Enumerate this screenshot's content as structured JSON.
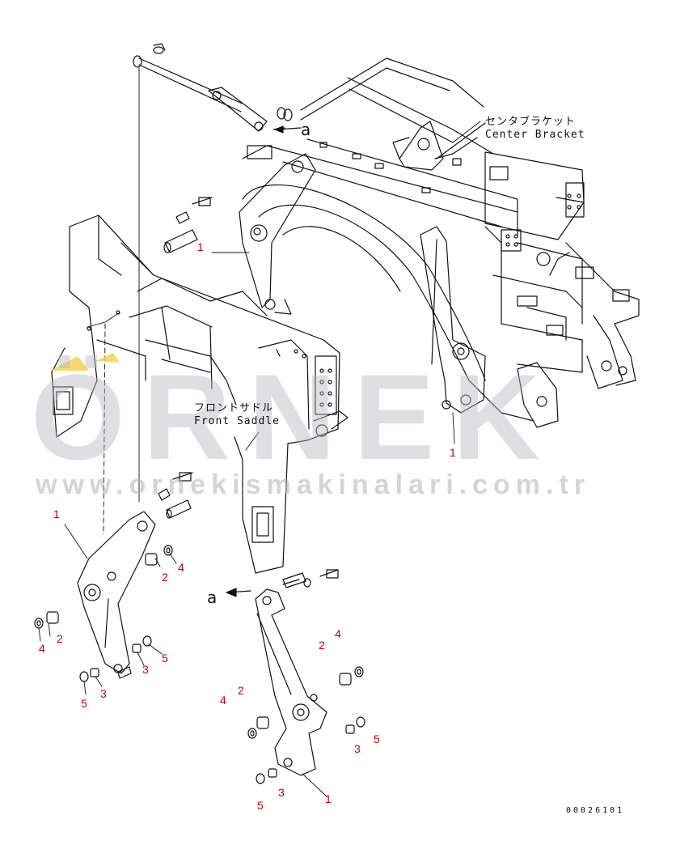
{
  "watermark": {
    "brand": "ÖRNEK",
    "url": "www.ornekismakinalari.com.tr",
    "accent": "#f2d04a"
  },
  "labels": {
    "center_bracket_jp": "センタブラケット",
    "center_bracket_en": "Center Bracket",
    "front_saddle_jp": "フロントサドル",
    "front_saddle_en": "Front Saddle",
    "arrow_ref": "a"
  },
  "callouts": [
    "1",
    "1",
    "1",
    "1",
    "2",
    "2",
    "2",
    "2",
    "3",
    "3",
    "3",
    "3",
    "4",
    "4",
    "4",
    "4",
    "5",
    "5",
    "5",
    "5"
  ],
  "document_number": "00026101",
  "colors": {
    "line": "#111111",
    "callout": "#c40000"
  }
}
